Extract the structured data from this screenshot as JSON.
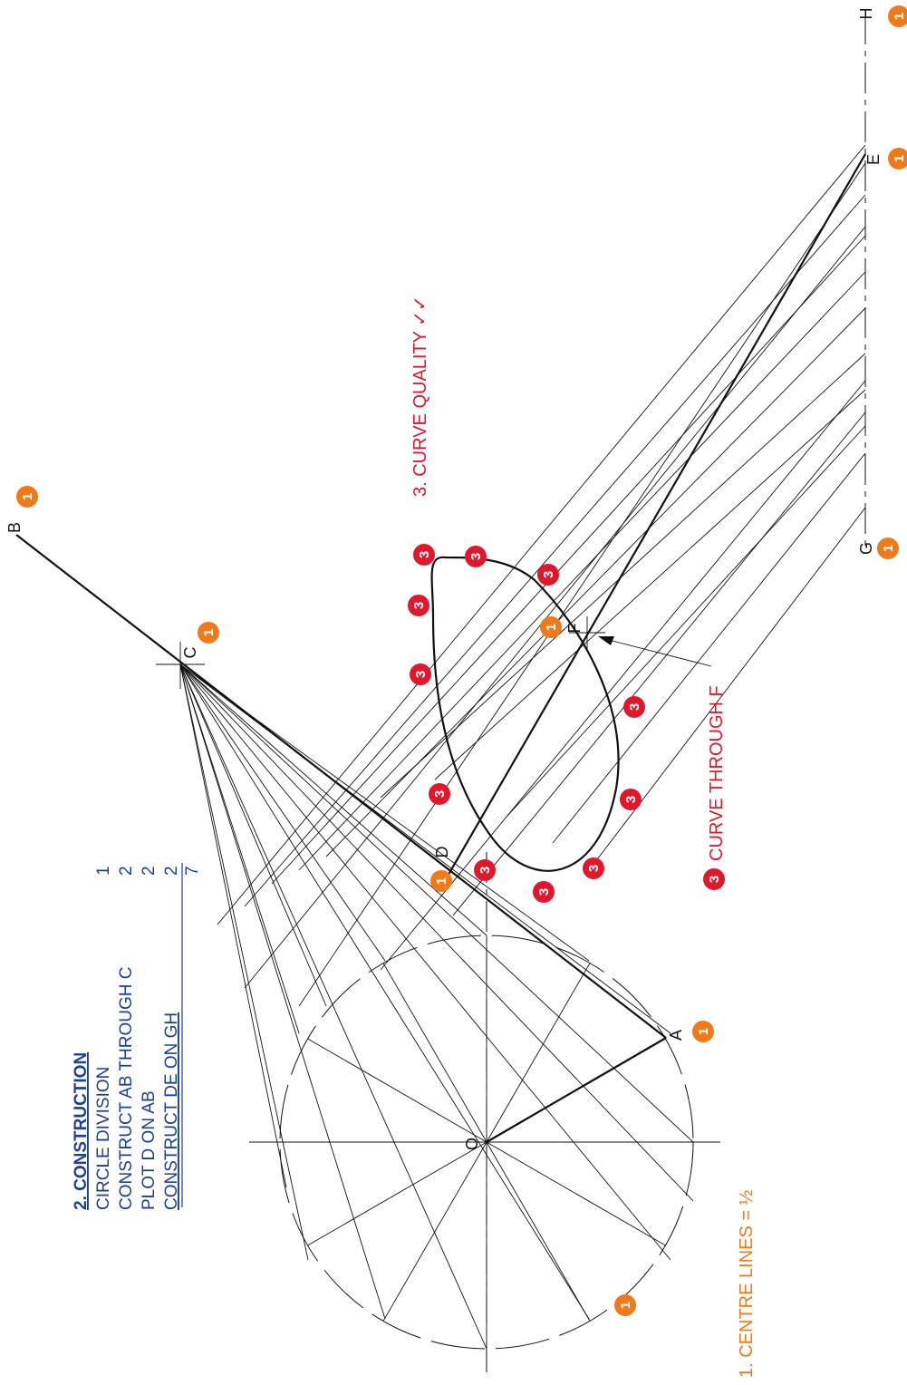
{
  "points": {
    "O": "O",
    "A": "A",
    "B": "B",
    "C": "C",
    "D": "D",
    "E": "E",
    "F": "F",
    "G": "G",
    "H": "H"
  },
  "marking": {
    "title": "2. CONSTRUCTION",
    "items": [
      {
        "label": "CIRCLE  DIVISION",
        "mark": "1"
      },
      {
        "label": "CONSTRUCT AB THROUGH C",
        "mark": "2"
      },
      {
        "label": "PLOT D ON AB",
        "mark": "2"
      },
      {
        "label": "CONSTRUCT DE ON GH",
        "mark": "2"
      }
    ],
    "total": "7"
  },
  "notes": {
    "centre_lines": "1.  CENTRE LINES = ½",
    "curve_quality": "3. CURVE QUALITY ✓✓",
    "curve_through": "CURVE THROUGH  F"
  },
  "badges": {
    "one": "1",
    "three": "3"
  },
  "colors": {
    "orange": "#ef7a1a",
    "red": "#e0182d",
    "blue": "#1f3f8f"
  }
}
